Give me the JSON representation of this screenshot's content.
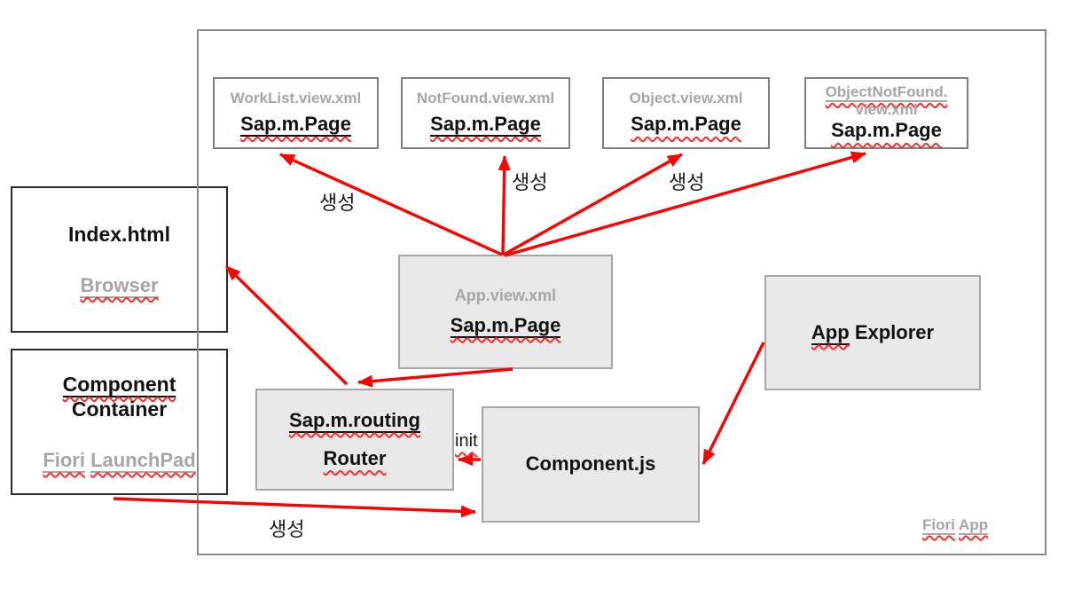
{
  "nodes": {
    "worklist": {
      "file": "WorkList.view.xml",
      "type": "Sap.m.Page"
    },
    "notfound": {
      "file": "NotFound.view.xml",
      "type": "Sap.m.Page"
    },
    "object": {
      "file": "Object.view.xml",
      "type": "Sap.m.Page"
    },
    "object_notfound": {
      "file_line1": "ObjectNotFound.",
      "file_line2": "view.xml",
      "type": "Sap.m.Page"
    },
    "index_html": {
      "title": "Index.html",
      "subtitle": "Browser"
    },
    "component_container": {
      "title_line1": "Component",
      "title_line2": "Container",
      "subtitle_word1": "Fiori",
      "subtitle_word2": "LaunchPad"
    },
    "app_view": {
      "file": "App.view.xml",
      "type": "Sap.m.Page"
    },
    "router": {
      "line1": "Sap.m.routing",
      "line2": "Router"
    },
    "component_js": {
      "title": "Component.js"
    },
    "app_explorer": {
      "title_word1": "App",
      "title_word2": "Explorer"
    }
  },
  "arrow_labels": {
    "create": "생성",
    "init": "init"
  },
  "footer": {
    "word1": "Fiori",
    "word2": "App"
  },
  "colors": {
    "arrow_red": "#ff0000",
    "wavy_red": "#ff2b2b",
    "gray_text": "#a6a6a6",
    "gray_box_fill": "#e9e9e9",
    "gray_box_border": "#a6a6a6",
    "frame_border": "#8a8a8a"
  }
}
